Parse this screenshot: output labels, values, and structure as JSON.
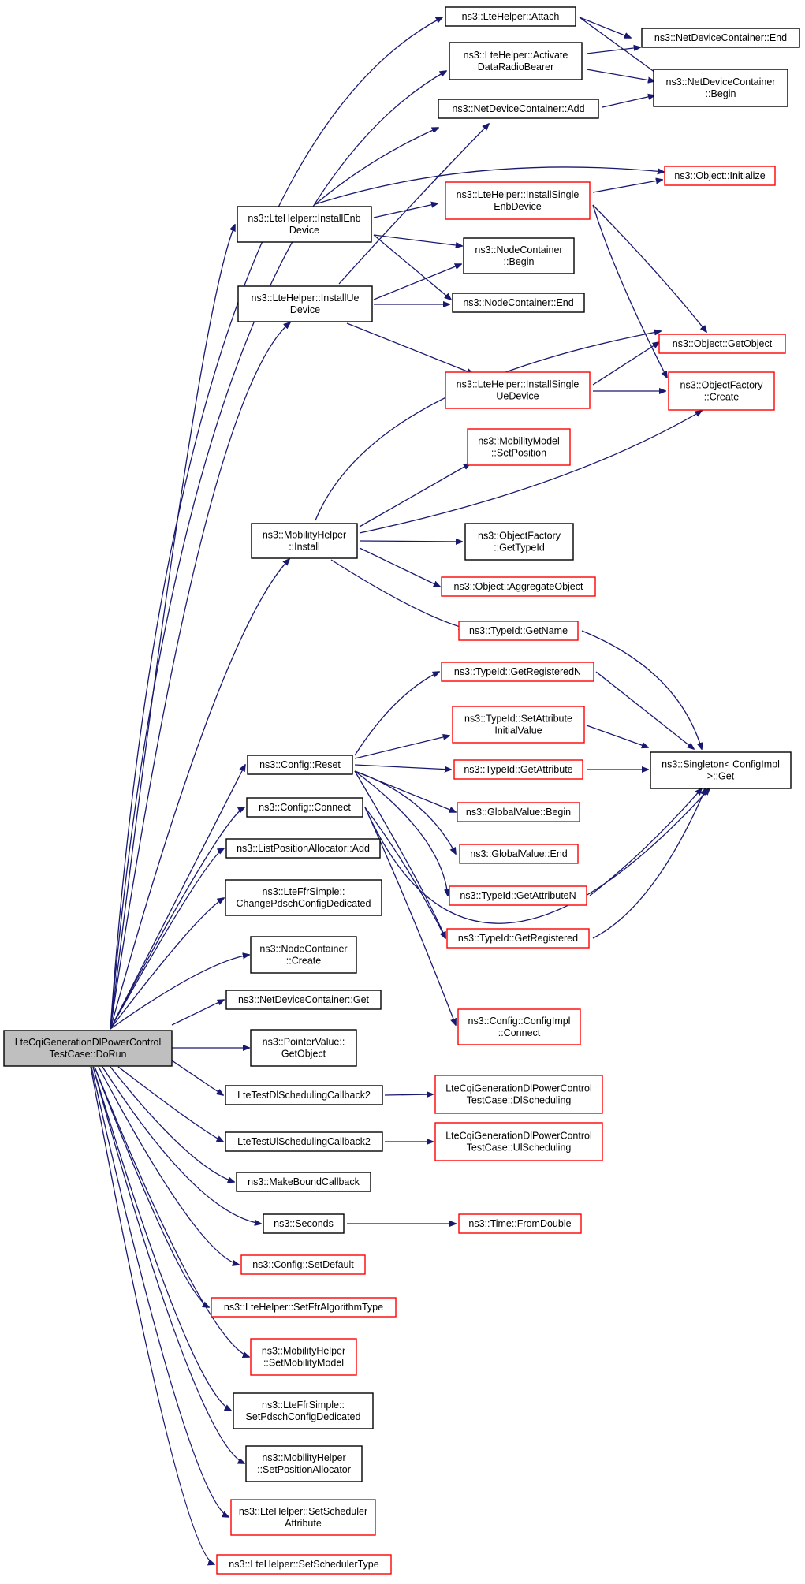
{
  "nodes": {
    "doRun": [
      "LteCqiGenerationDlPowerControl",
      "TestCase::DoRun"
    ],
    "attach": [
      "ns3::LteHelper::Attach"
    ],
    "activate": [
      "ns3::LteHelper::Activate",
      "DataRadioBearer"
    ],
    "ndcAdd": [
      "ns3::NetDeviceContainer::Add"
    ],
    "ndcEnd": [
      "ns3::NetDeviceContainer::End"
    ],
    "ndcBegin": [
      "ns3::NetDeviceContainer",
      "::Begin"
    ],
    "installEnb": [
      "ns3::LteHelper::InstallEnb",
      "Device"
    ],
    "installUe": [
      "ns3::LteHelper::InstallUe",
      "Device"
    ],
    "installSingleEnb": [
      "ns3::LteHelper::InstallSingle",
      "EnbDevice"
    ],
    "objInit": [
      "ns3::Object::Initialize"
    ],
    "ncBegin": [
      "ns3::NodeContainer",
      "::Begin"
    ],
    "ncEnd": [
      "ns3::NodeContainer::End"
    ],
    "getObject": [
      "ns3::Object::GetObject"
    ],
    "installSingleUe": [
      "ns3::LteHelper::InstallSingle",
      "UeDevice"
    ],
    "ofCreate": [
      "ns3::ObjectFactory",
      "::Create"
    ],
    "mmSetPos": [
      "ns3::MobilityModel",
      "::SetPosition"
    ],
    "mhInstall": [
      "ns3::MobilityHelper",
      "::Install"
    ],
    "ofGetTypeId": [
      "ns3::ObjectFactory",
      "::GetTypeId"
    ],
    "aggObj": [
      "ns3::Object::AggregateObject"
    ],
    "tidGetName": [
      "ns3::TypeId::GetName"
    ],
    "tidGetRegN": [
      "ns3::TypeId::GetRegisteredN"
    ],
    "tidSetAttr": [
      "ns3::TypeId::SetAttribute",
      "InitialValue"
    ],
    "cfgReset": [
      "ns3::Config::Reset"
    ],
    "tidGetAttr": [
      "ns3::TypeId::GetAttribute"
    ],
    "singleton": [
      "ns3::Singleton< ConfigImpl",
      " >::Get"
    ],
    "cfgConnect": [
      "ns3::Config::Connect"
    ],
    "gvBegin": [
      "ns3::GlobalValue::Begin"
    ],
    "lpaAdd": [
      "ns3::ListPositionAllocator::Add"
    ],
    "gvEnd": [
      "ns3::GlobalValue::End"
    ],
    "changePdsch": [
      "ns3::LteFfrSimple::",
      "ChangePdschConfigDedicated"
    ],
    "tidGetAttrN": [
      "ns3::TypeId::GetAttributeN"
    ],
    "tidGetReg": [
      "ns3::TypeId::GetRegistered"
    ],
    "ncCreate": [
      "ns3::NodeContainer",
      "::Create"
    ],
    "ndcGet": [
      "ns3::NetDeviceContainer::Get"
    ],
    "cfgImplConnect": [
      "ns3::Config::ConfigImpl",
      "::Connect"
    ],
    "pvGetObject": [
      "ns3::PointerValue::",
      "GetObject"
    ],
    "dlCb2": [
      "LteTestDlSchedulingCallback2"
    ],
    "dlSched": [
      "LteCqiGenerationDlPowerControl",
      "TestCase::DlScheduling"
    ],
    "ulCb2": [
      "LteTestUlSchedulingCallback2"
    ],
    "ulSched": [
      "LteCqiGenerationDlPowerControl",
      "TestCase::UlScheduling"
    ],
    "makeBound": [
      "ns3::MakeBoundCallback"
    ],
    "seconds": [
      "ns3::Seconds"
    ],
    "fromDouble": [
      "ns3::Time::FromDouble"
    ],
    "setDefault": [
      "ns3::Config::SetDefault"
    ],
    "setFfr": [
      "ns3::LteHelper::SetFfrAlgorithmType"
    ],
    "setMob": [
      "ns3::MobilityHelper",
      "::SetMobilityModel"
    ],
    "setPdsch": [
      "ns3::LteFfrSimple::",
      "SetPdschConfigDedicated"
    ],
    "setPosAlloc": [
      "ns3::MobilityHelper",
      "::SetPositionAllocator"
    ],
    "setSchedAttr": [
      "ns3::LteHelper::SetScheduler",
      "Attribute"
    ],
    "setSchedType": [
      "ns3::LteHelper::SetSchedulerType"
    ]
  },
  "colors": {
    "edge": "#191970",
    "border_default": "#000000",
    "border_truncated": "#ff0000",
    "root_fill": "#bfbfbf"
  }
}
